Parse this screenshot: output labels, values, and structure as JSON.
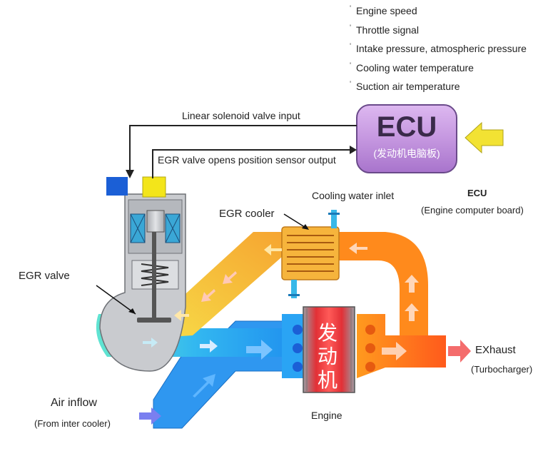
{
  "ecu_inputs": [
    "Engine speed",
    "Throttle signal",
    "Intake pressure, atmospheric pressure",
    "Cooling water temperature",
    "Suction air temperature"
  ],
  "ecu": {
    "title": "ECU",
    "subtitle": "(发动机电脑板)",
    "caption": "ECU",
    "caption_sub": "(Engine computer board)"
  },
  "signals": {
    "solenoid_input": "Linear solenoid valve input",
    "sensor_output": "EGR valve opens position sensor output"
  },
  "labels": {
    "egr_valve": "EGR valve",
    "egr_cooler": "EGR cooler",
    "cooling_water_inlet": "Cooling water inlet",
    "engine_block": [
      "发",
      "动",
      "机"
    ],
    "engine": "Engine",
    "exhaust": "EXhaust",
    "exhaust_sub": "(Turbocharger)",
    "air_inflow": "Air inflow",
    "air_inflow_sub": "(From inter cooler)"
  },
  "colors": {
    "ecu_fill": "#c89ae0",
    "ecu_arrow": "#f2e233",
    "egr_pipe": "#f2b63a",
    "exhaust": "#ff7a1e",
    "intake": "#2aa4f4",
    "intake_mix": "#5fe3d2",
    "engine_red": "#e6262e",
    "valve_body": "#c9cbcf",
    "solenoid_blue": "#1b5fd6",
    "sensor_yellow": "#f3e51a"
  }
}
